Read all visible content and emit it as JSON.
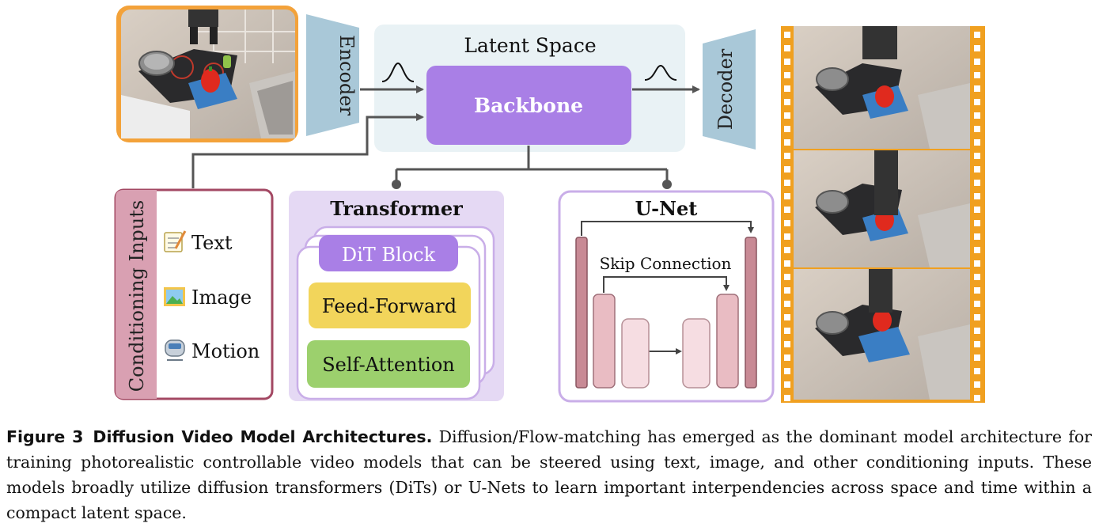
{
  "latent_space": {
    "title": "Latent Space",
    "backbone_label": "Backbone"
  },
  "encoder": {
    "label": "Encoder"
  },
  "decoder": {
    "label": "Decoder"
  },
  "conditioning": {
    "title": "Conditioning Inputs",
    "items": [
      {
        "icon": "memo-icon",
        "label": "Text"
      },
      {
        "icon": "picture-icon",
        "label": "Image"
      },
      {
        "icon": "train-icon",
        "label": "Motion"
      }
    ]
  },
  "transformer": {
    "title": "Transformer",
    "dit_block": "DiT Block",
    "feed_forward": "Feed-Forward",
    "self_attention": "Self-Attention"
  },
  "unet": {
    "title": "U-Net",
    "skip_label": "Skip Connection"
  },
  "colors": {
    "backbone": "#a97fe6",
    "latent_bg": "#e9f2f5",
    "coder": "#a9c8d8",
    "conditioning_border": "#a34863",
    "conditioning_tab": "#d9a0b2",
    "transformer_bg": "#e5d9f4",
    "dit_block": "#a97fe6",
    "feed_forward": "#f2d55b",
    "self_attention": "#9cd06d",
    "unet_border": "#c9aee8",
    "film_orange": "#f0a020"
  },
  "caption": {
    "label": "Figure 3",
    "title": "Diffusion Video Model Architectures.",
    "text": "Diffusion/Flow-matching has emerged as the dominant model architecture for training photorealistic controllable video models that can be steered using text, image, and other conditioning inputs. These models broadly utilize diffusion transformers (DiTs) or U-Nets to learn important interpendencies across space and time within a compact latent space."
  }
}
